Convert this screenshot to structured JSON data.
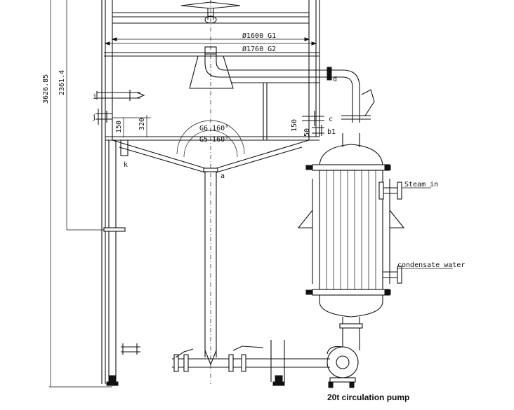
{
  "dimensions": {
    "d1600": "Ø1600 G1",
    "d1760": "Ø1760 G2",
    "height_total": "3626.85",
    "height_part": "2361.4",
    "dim_150_left": "150",
    "dim_320": "320",
    "dim_150_right": "150",
    "dim_50": "50",
    "angle_g6": "G6 160°",
    "angle_g5": "G5 160°"
  },
  "nozzles": {
    "i": "i",
    "j": "j",
    "k": "k",
    "a": "a",
    "c": "c",
    "b1": "b1",
    "d": "d"
  },
  "labels": {
    "steam_in": "Steam in",
    "condensate": "condensate water",
    "pump": "20t circulation  pump"
  }
}
